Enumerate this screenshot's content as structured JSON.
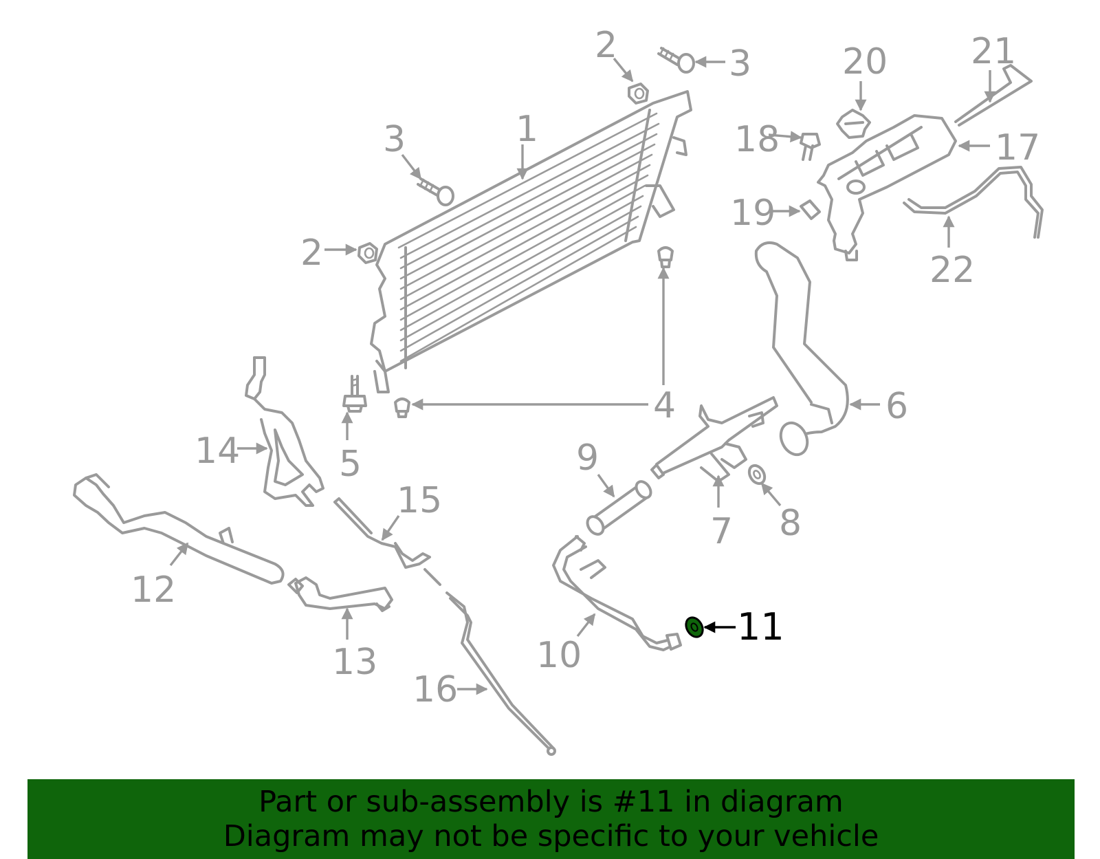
{
  "diagram": {
    "callouts": {
      "c1": "1",
      "c2a": "2",
      "c2b": "2",
      "c3a": "3",
      "c3b": "3",
      "c4": "4",
      "c5": "5",
      "c6": "6",
      "c7": "7",
      "c8": "8",
      "c9": "9",
      "c10": "10",
      "c11": "11",
      "c12": "12",
      "c13": "13",
      "c14": "14",
      "c15": "15",
      "c16": "16",
      "c17": "17",
      "c18": "18",
      "c19": "19",
      "c20": "20",
      "c21": "21",
      "c22": "22"
    },
    "highlight_color": "#0f650b",
    "part_color": "#9a9a9a"
  },
  "banner": {
    "line1": "Part or sub-assembly is #11 in diagram",
    "line2": "Diagram may not be specific to your vehicle",
    "background": "#0f650b"
  }
}
